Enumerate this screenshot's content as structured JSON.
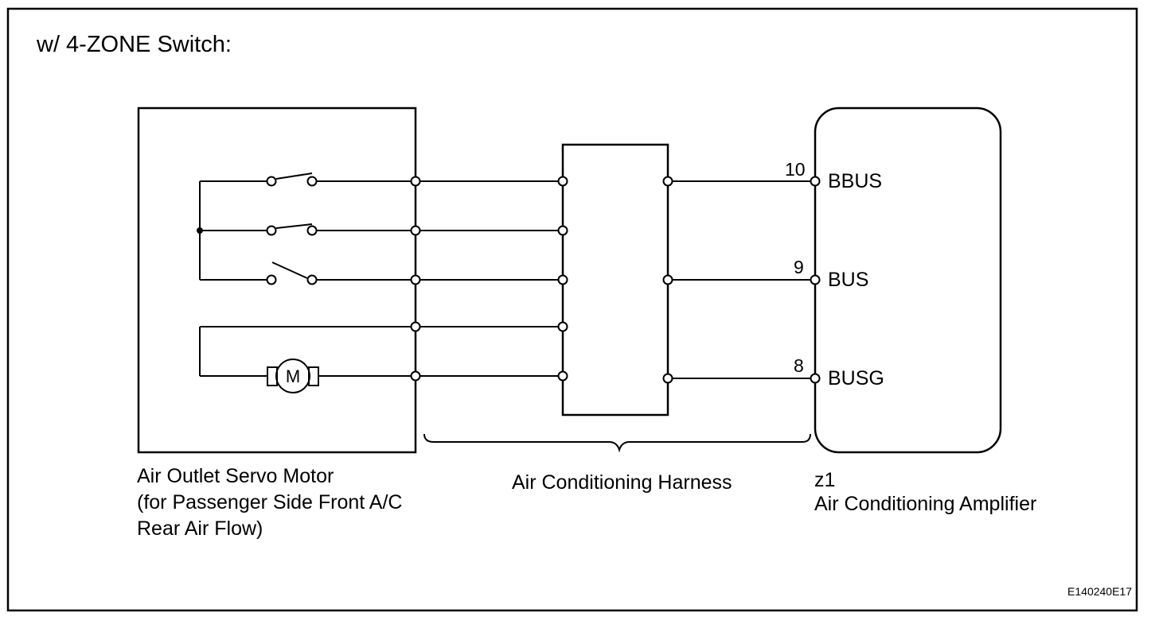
{
  "title": "w/ 4-ZONE Switch:",
  "figure_code": "E140240E17",
  "servo": {
    "lines": [
      "Air Outlet Servo Motor",
      "(for Passenger Side Front A/C",
      "Rear Air Flow)"
    ],
    "motor_symbol": "M"
  },
  "harness": {
    "label": "Air Conditioning Harness"
  },
  "amplifier": {
    "id": "z1",
    "name": "Air Conditioning Amplifier",
    "pins": [
      {
        "number": "10",
        "name": "BBUS"
      },
      {
        "number": "9",
        "name": "BUS"
      },
      {
        "number": "8",
        "name": "BUSG"
      }
    ]
  },
  "colors": {
    "line": "#000000",
    "background": "#ffffff"
  }
}
